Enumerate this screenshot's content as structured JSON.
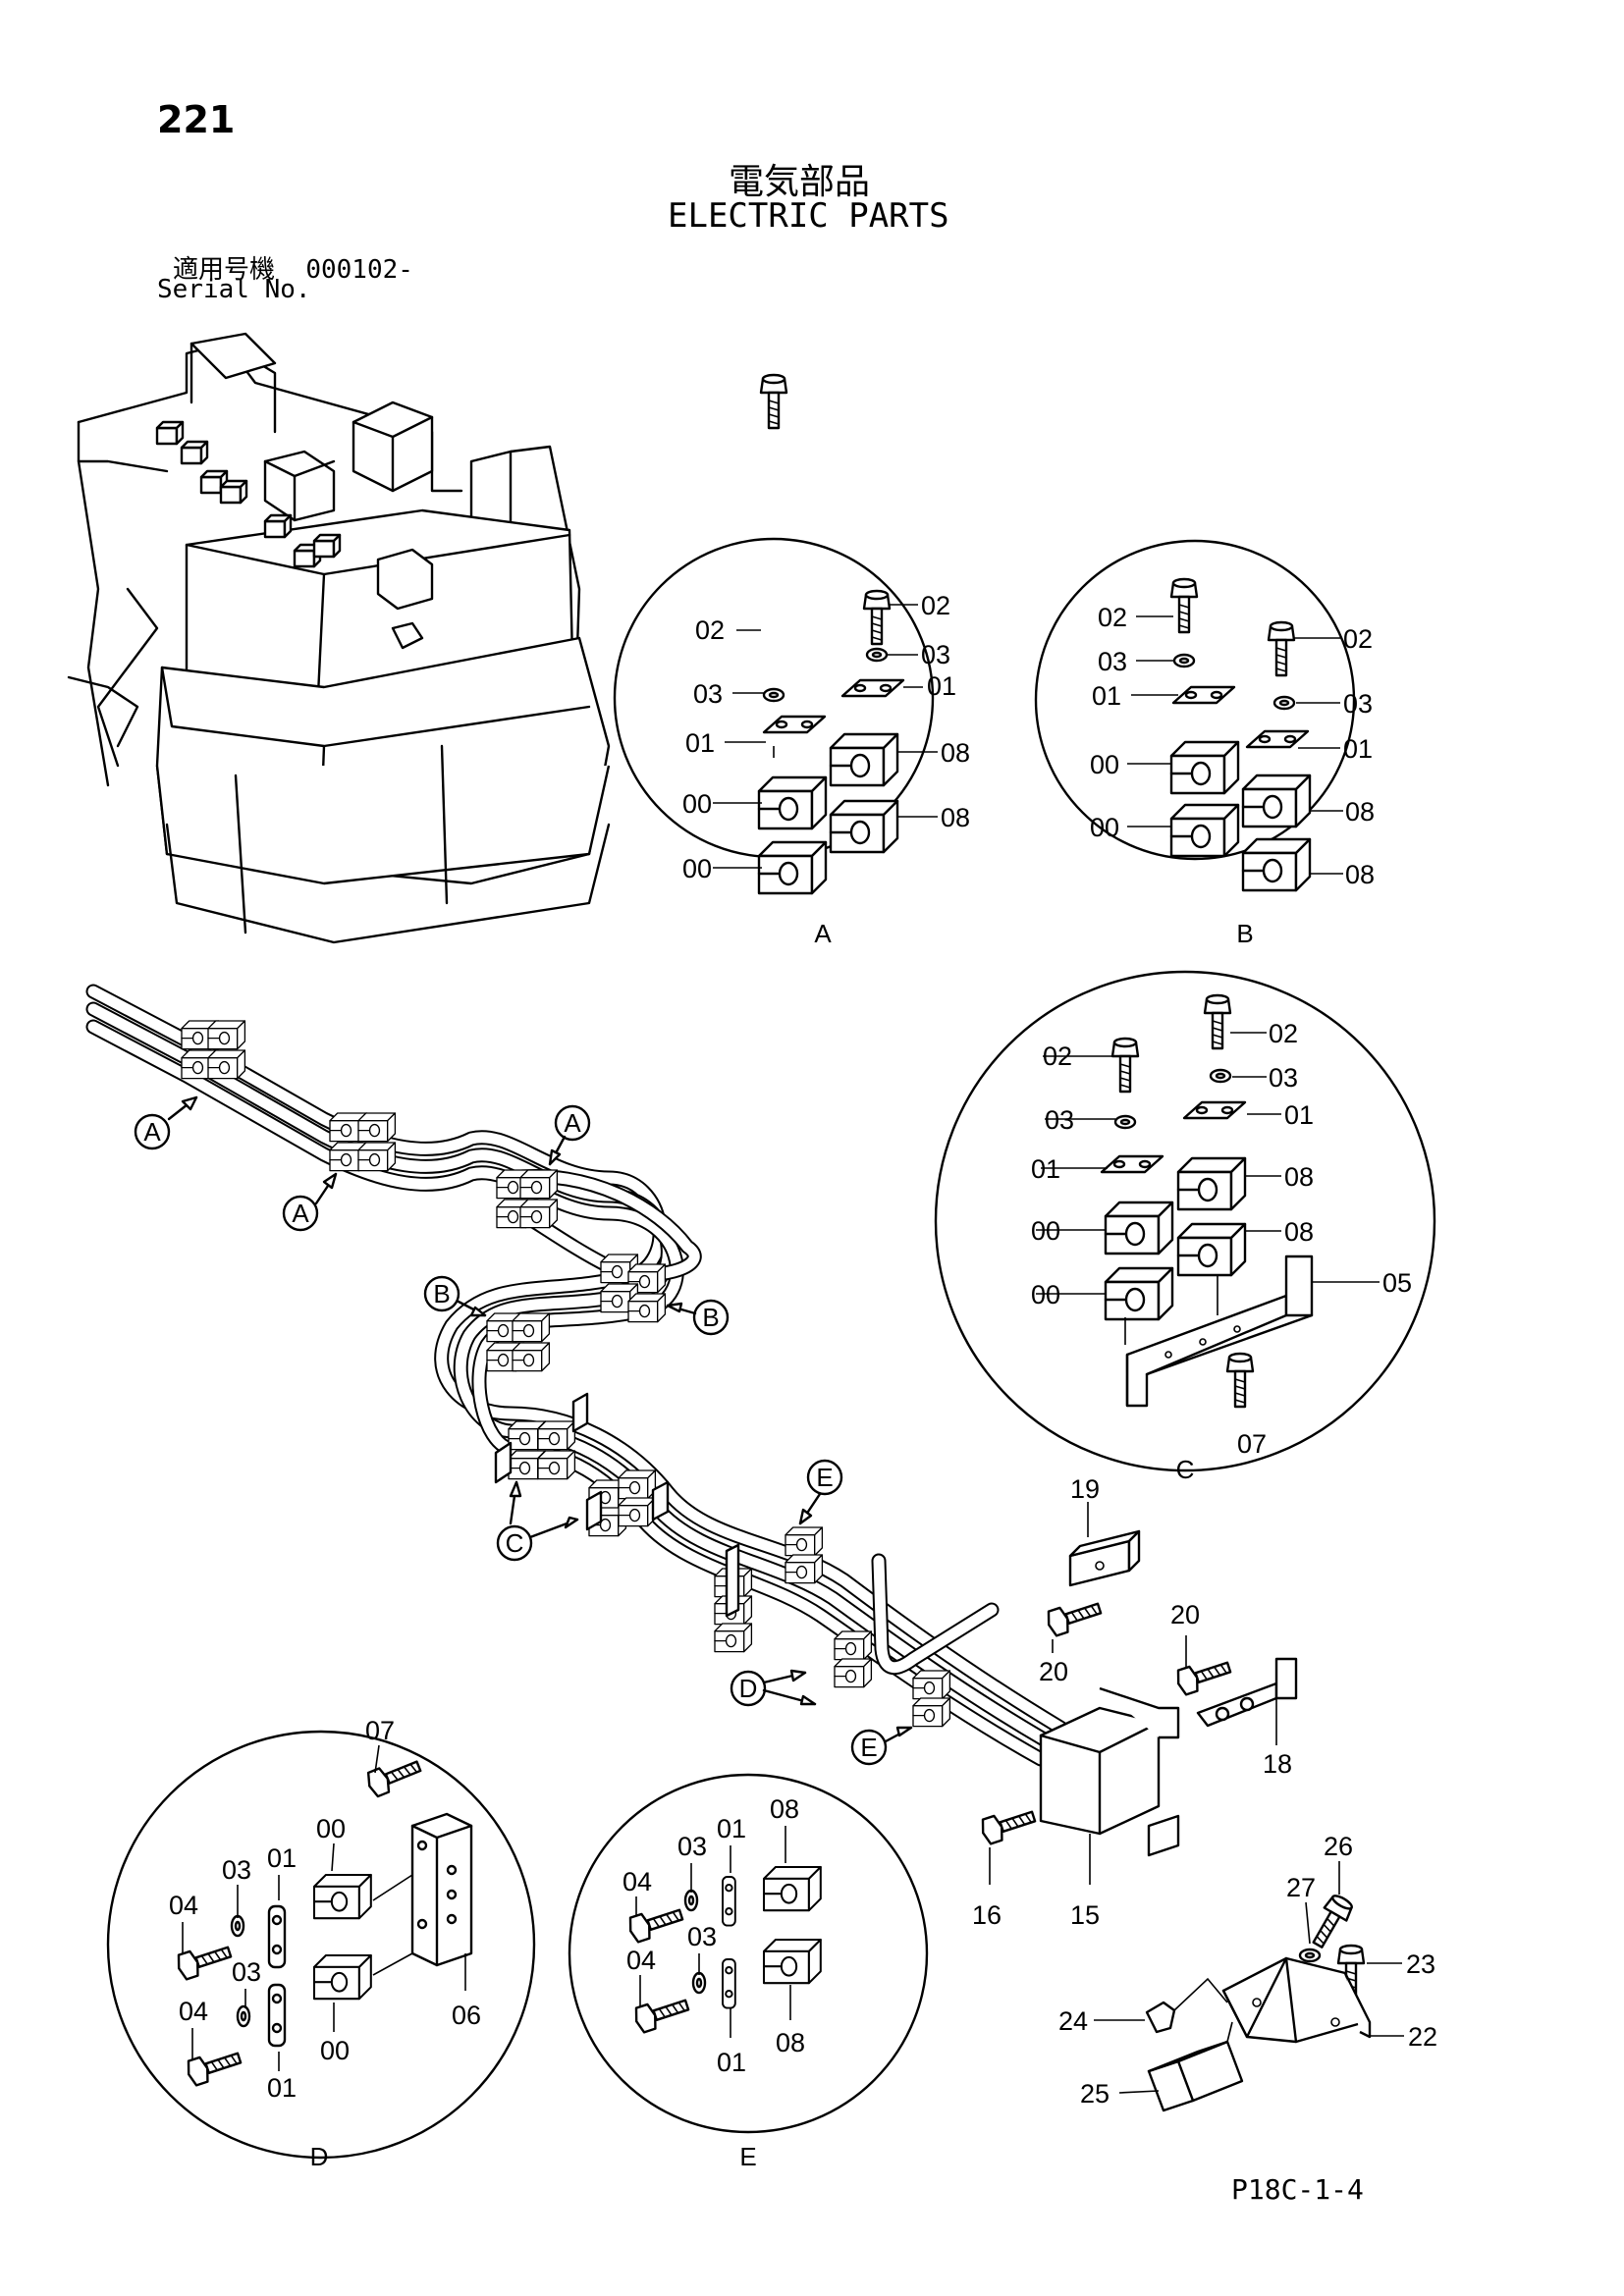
{
  "header": {
    "page_number": "221",
    "title_jp": "電気部品",
    "title_en": "ELECTRIC PARTS",
    "serial_label_jp": "適用号機",
    "serial_value": "000102-",
    "serial_label_en": "Serial No."
  },
  "footer": {
    "page_code": "P18C-1-4"
  },
  "detail_views": {
    "A": {
      "title": "A",
      "parts": [
        "02",
        "03",
        "01",
        "00",
        "00",
        "02",
        "03",
        "01",
        "08",
        "08"
      ]
    },
    "B": {
      "title": "B",
      "parts": [
        "02",
        "03",
        "01",
        "00",
        "00",
        "02",
        "03",
        "01",
        "08",
        "08"
      ]
    },
    "C": {
      "title": "C",
      "parts": [
        "02",
        "03",
        "01",
        "00",
        "00",
        "02",
        "03",
        "01",
        "08",
        "08",
        "05",
        "07"
      ]
    },
    "D": {
      "title": "D",
      "parts": [
        "07",
        "00",
        "01",
        "03",
        "04",
        "03",
        "04",
        "01",
        "00",
        "06"
      ]
    },
    "E": {
      "title": "E",
      "parts": [
        "08",
        "01",
        "03",
        "04",
        "03",
        "04",
        "01",
        "08"
      ]
    }
  },
  "callouts": [
    "A",
    "A",
    "A",
    "B",
    "B",
    "C",
    "D",
    "E",
    "E"
  ],
  "loose_parts": [
    "19",
    "20",
    "20",
    "18",
    "15",
    "16",
    "26",
    "27",
    "23",
    "24",
    "22",
    "25"
  ]
}
